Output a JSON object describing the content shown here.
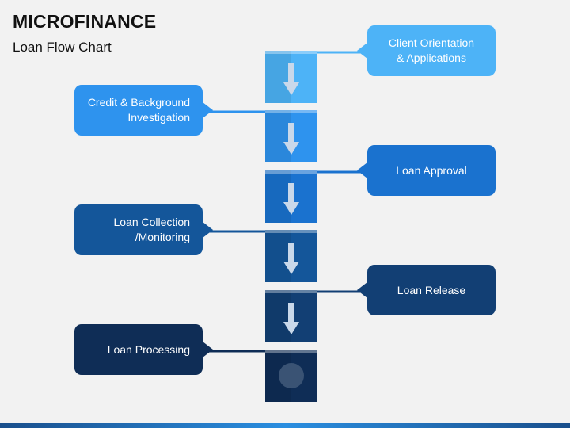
{
  "header": {
    "title": "MICROFINANCE",
    "subtitle": "Loan Flow Chart"
  },
  "steps": [
    {
      "label": "Client Orientation\n& Applications",
      "side": "right",
      "color": "#4db3f7"
    },
    {
      "label": "Credit & Background\nInvestigation",
      "side": "left",
      "color": "#2e93ee"
    },
    {
      "label": "Loan Approval",
      "side": "right",
      "color": "#1a72cf"
    },
    {
      "label": "Loan Collection\n/Monitoring",
      "side": "left",
      "color": "#14569a"
    },
    {
      "label": "Loan Release",
      "side": "right",
      "color": "#123f74"
    },
    {
      "label": "Loan Processing",
      "side": "left",
      "color": "#0f2d56"
    }
  ],
  "icons": {
    "arrow": "down-arrow-icon",
    "end": "end-circle-icon"
  }
}
